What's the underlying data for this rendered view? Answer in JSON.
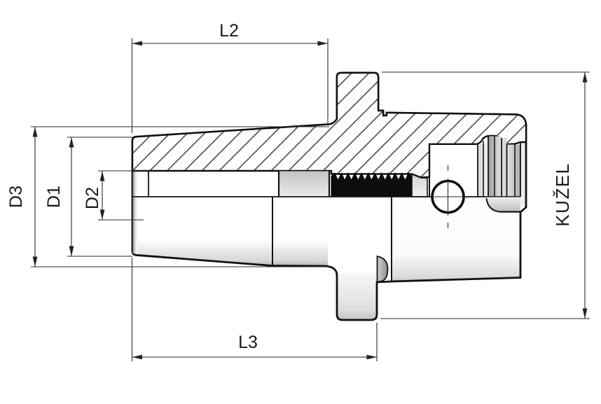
{
  "drawing": {
    "type": "technical-section-drawing",
    "labels": {
      "l2": "L2",
      "l3": "L3",
      "d3": "D3",
      "d1": "D1",
      "d2": "D2",
      "taper": "KUŽEL"
    },
    "colors": {
      "background": "#ffffff",
      "line": "#1a1a1a",
      "thread_fill": "#0d0d0d",
      "shade_gray": "#c9c9c9"
    }
  }
}
